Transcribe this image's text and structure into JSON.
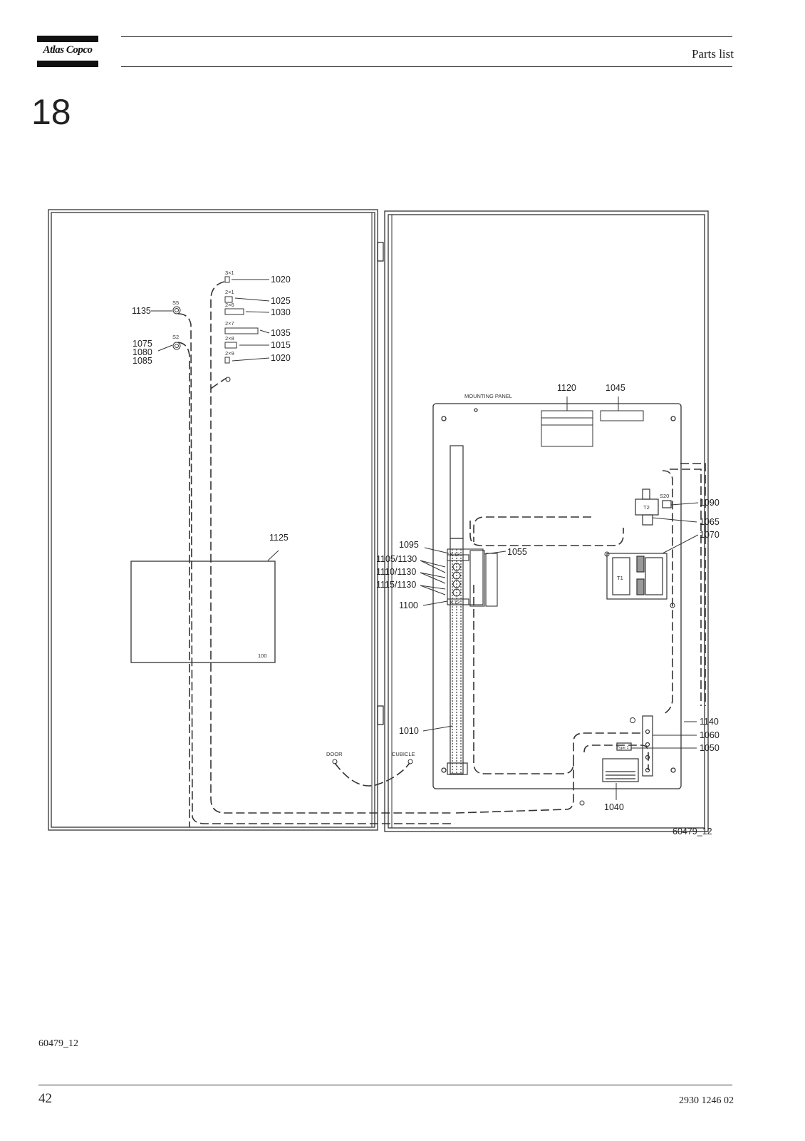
{
  "header": {
    "logo_text": "Atlas Copco",
    "title": "Parts list"
  },
  "section": {
    "number": "18"
  },
  "figure": {
    "labels": {
      "l1020a": "1020",
      "l1025": "1025",
      "l1030": "1030",
      "l1035": "1035",
      "l1015": "1015",
      "l1020b": "1020",
      "l1135": "1135",
      "l1075": "1075",
      "l1080": "1080",
      "l1085": "1085",
      "l1125": "1125",
      "l1120": "1120",
      "l1045": "1045",
      "l1090": "1090",
      "l1065": "1065",
      "l1070": "1070",
      "l1095": "1095",
      "l1055": "1055",
      "l1105": "1105/1130",
      "l1110": "1110/1130",
      "l1115": "1115/1130",
      "l1100": "1100",
      "l1010": "1010",
      "l1140": "1140",
      "l1060": "1060",
      "l1050": "1050",
      "l1040": "1040"
    },
    "small_labels": {
      "s3x1": "3×1",
      "s2x1": "2×1",
      "s2x6": "2×6",
      "s2x7": "2×7",
      "s2x8": "2×8",
      "s2x9": "2×9",
      "s5": "S5",
      "s2": "S2",
      "mounting_panel": "MOUNTING PANEL",
      "k13": "K13",
      "k13b": "K13",
      "t1": "T1",
      "t2": "T2",
      "s20": "S20",
      "type": "Type 1",
      "door": "DOOR",
      "cubicle": "CUBICLE",
      "box100": "100"
    },
    "drawing_code": "60479_12"
  },
  "footer": {
    "figure_ref": "60479_12",
    "page_number": "42",
    "doc_number": "2930 1246 02"
  }
}
